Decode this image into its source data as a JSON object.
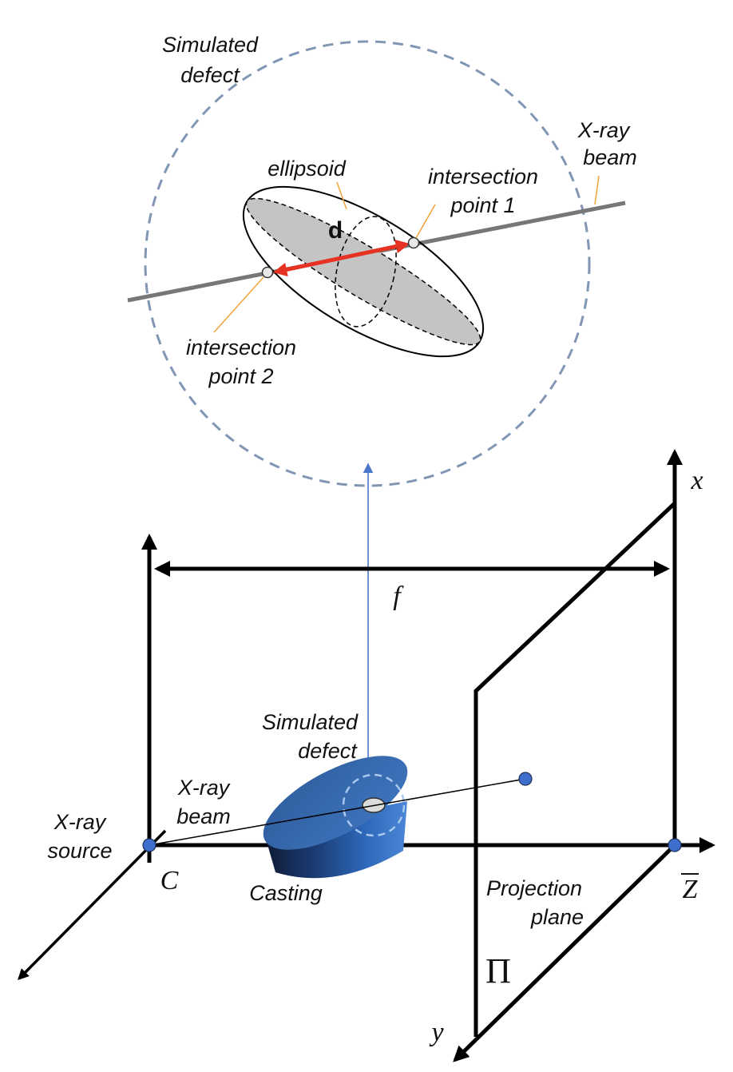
{
  "zoom_view": {
    "title": "Simulated\ndefect",
    "ellipsoid_label": "ellipsoid",
    "beam_label": "X-ray\nbeam",
    "distance_label": "d",
    "point1_label": "intersection\npoint 1",
    "point2_label": "intersection\npoint 2"
  },
  "scene": {
    "focal_label": "f",
    "axis_x": "x",
    "axis_y": "y",
    "origin_label": "C",
    "axis_z": "Z",
    "plane_symbol": "Π",
    "source_label": "X-ray\nsource",
    "beam_label": "X-ray\nbeam",
    "defect_label": "Simulated\ndefect",
    "casting_label": "Casting",
    "plane_label": "Projection\nplane"
  },
  "colors": {
    "beam_gray": "#777777",
    "dashed_circle": "#8096b4",
    "arrow_red": "#e63222",
    "connector_blue": "#4a78c8",
    "point_blue": "#3f6fce",
    "leader_orange": "#f2a33a",
    "section_gray": "#c4c4c4"
  }
}
